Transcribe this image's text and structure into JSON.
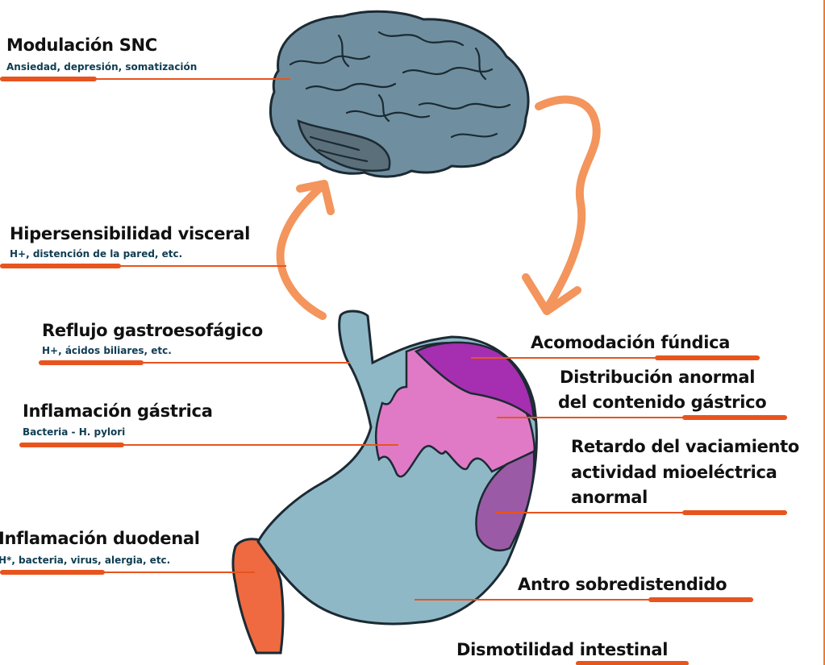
{
  "colors": {
    "accent_orange": "#e8541e",
    "arrow_orange": "#f3955c",
    "stomach_blue": "#8fb8c7",
    "pink_region": "#e07ac6",
    "purple_region": "#a52fb0",
    "plum_region": "#9b5aa6",
    "duodenum_red": "#ef6a40"
  },
  "labels": {
    "snc_title": "Modulación SNC",
    "snc_sub": "Ansiedad, depresión, somatización",
    "hiper_title": "Hipersensibilidad visceral",
    "hiper_sub": "H+, distención de la pared, etc.",
    "reflujo_title": "Reflujo gastroesofágico",
    "reflujo_sub": "H+, ácidos biliares, etc.",
    "inflam_g_title": "Inflamación gástrica",
    "inflam_g_sub": "Bacteria - H. pylori",
    "inflam_d_title": "Inflamación duodenal",
    "inflam_d_sub": "H*, bacteria, virus, alergia, etc.",
    "acomod": "Acomodación fúndica",
    "distrib_1": "Distribución anormal",
    "distrib_2": "del contenido gástrico",
    "retardo_1": "Retardo del vaciamiento",
    "retardo_2": "actividad mioeléctrica",
    "retardo_3": "anormal",
    "antro": "Antro sobredistendido",
    "dismot": "Dismotilidad intestinal"
  }
}
